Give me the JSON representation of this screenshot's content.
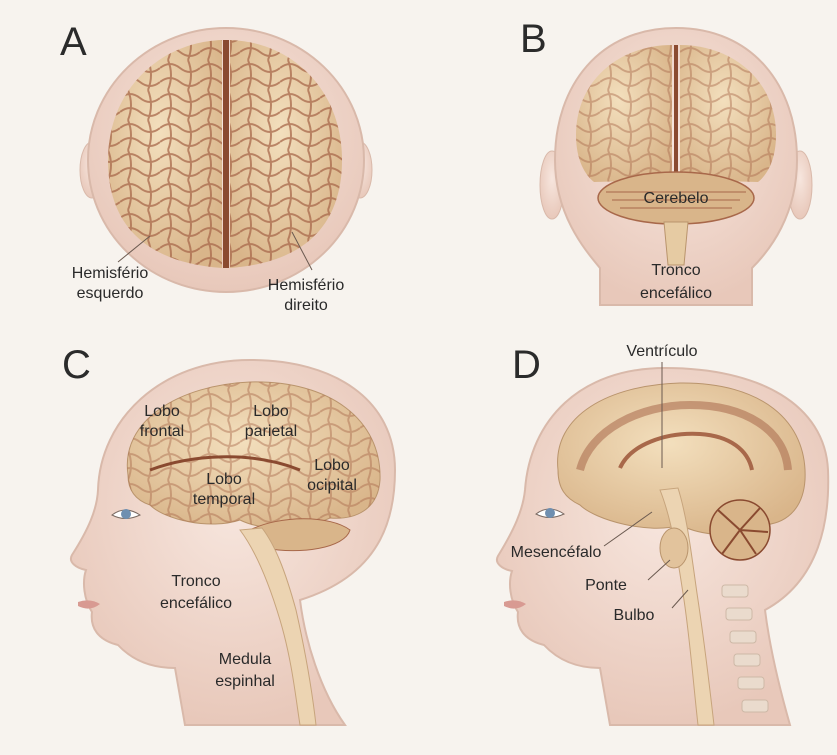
{
  "panels": {
    "a": {
      "letter": "A",
      "labels": {
        "left_hemisphere_l1": "Hemisfério",
        "left_hemisphere_l2": "esquerdo",
        "right_hemisphere_l1": "Hemisfério",
        "right_hemisphere_l2": "direito"
      }
    },
    "b": {
      "letter": "B",
      "labels": {
        "cerebellum": "Cerebelo",
        "brainstem_l1": "Tronco",
        "brainstem_l2": "encefálico"
      }
    },
    "c": {
      "letter": "C",
      "labels": {
        "frontal_l1": "Lobo",
        "frontal_l2": "frontal",
        "parietal_l1": "Lobo",
        "parietal_l2": "parietal",
        "temporal_l1": "Lobo",
        "temporal_l2": "temporal",
        "occipital_l1": "Lobo",
        "occipital_l2": "ocipital",
        "brainstem_l1": "Tronco",
        "brainstem_l2": "encefálico",
        "spinal_l1": "Medula",
        "spinal_l2": "espinhal"
      }
    },
    "d": {
      "letter": "D",
      "labels": {
        "ventricle": "Ventrículo",
        "midbrain": "Mesencéfalo",
        "pons": "Ponte",
        "medulla": "Bulbo"
      }
    }
  },
  "colors": {
    "skin": "#f1dcd2",
    "skin_edge": "#d9b9aa",
    "brain": "#e9cfa6",
    "sulcus": "#9c5a3c",
    "background": "#f7f3ee"
  }
}
